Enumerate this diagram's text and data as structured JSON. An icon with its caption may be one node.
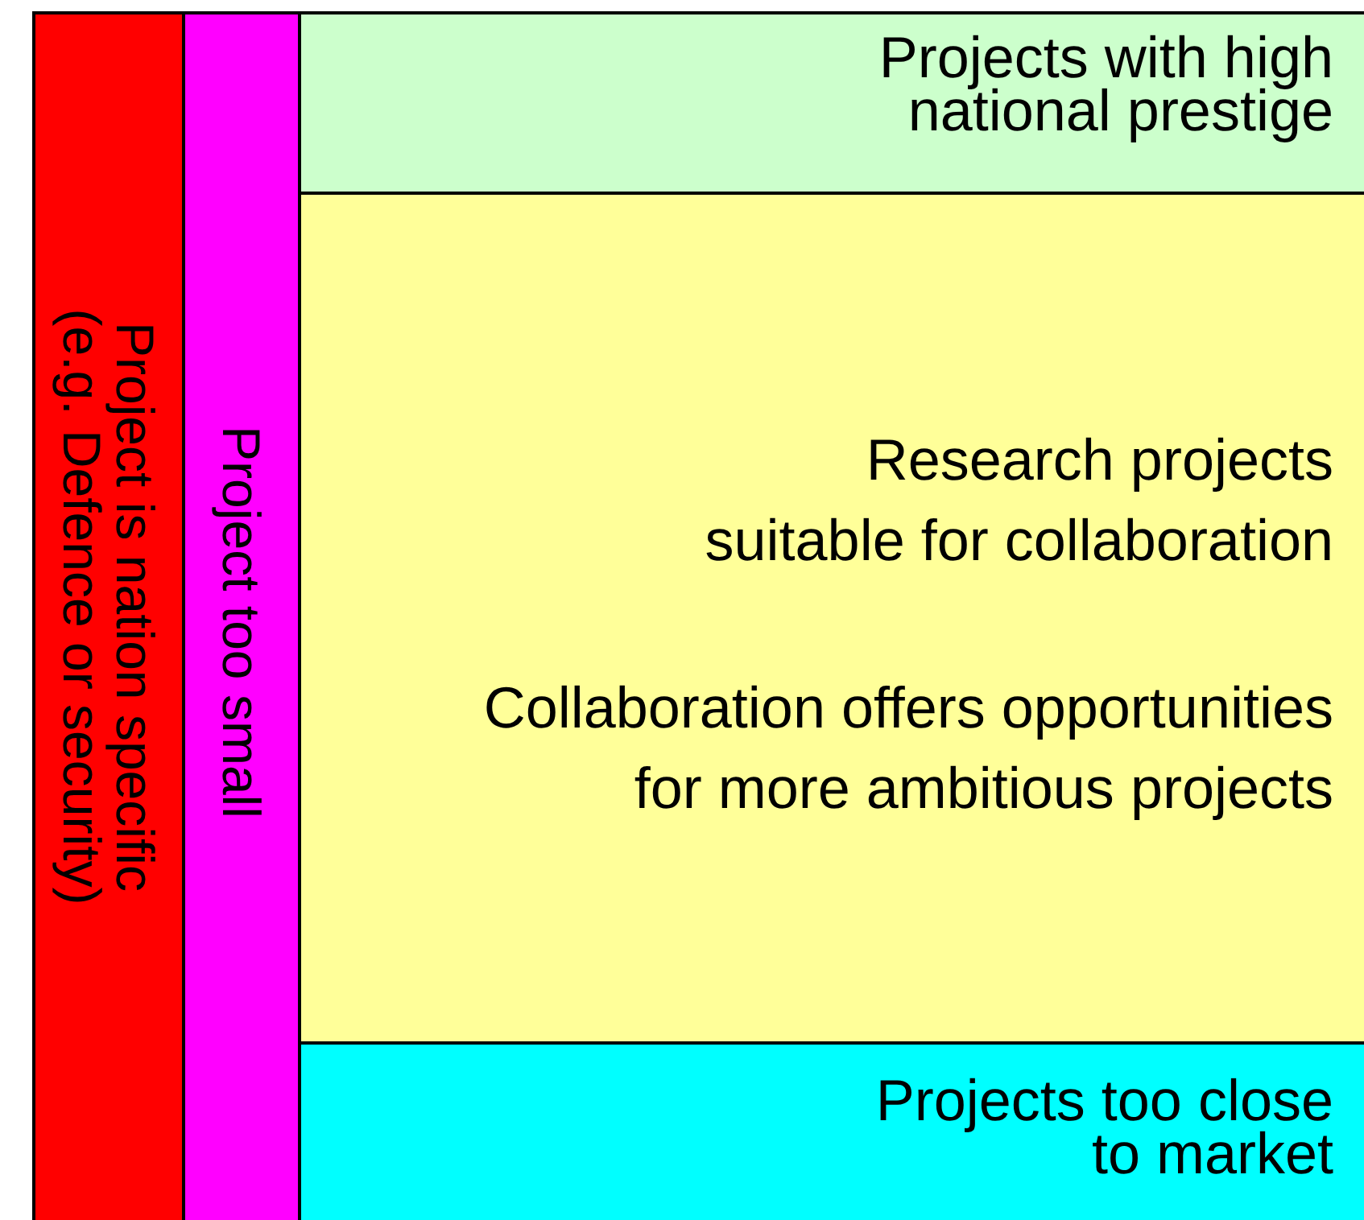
{
  "diagram": {
    "nodes": [
      {
        "text": [
          "Project is nation specific (e.g. Defence or security)"
        ]
      },
      {
        "text": [
          "Project too small"
        ]
      },
      {
        "text": [
          "Projects with high national prestige"
        ]
      },
      {
        "text": [
          "Research projects suitable for collaboration",
          "Collaboration offers opportunities for more ambitious projects"
        ]
      },
      {
        "text": [
          "Projects too close to market"
        ]
      }
    ]
  }
}
